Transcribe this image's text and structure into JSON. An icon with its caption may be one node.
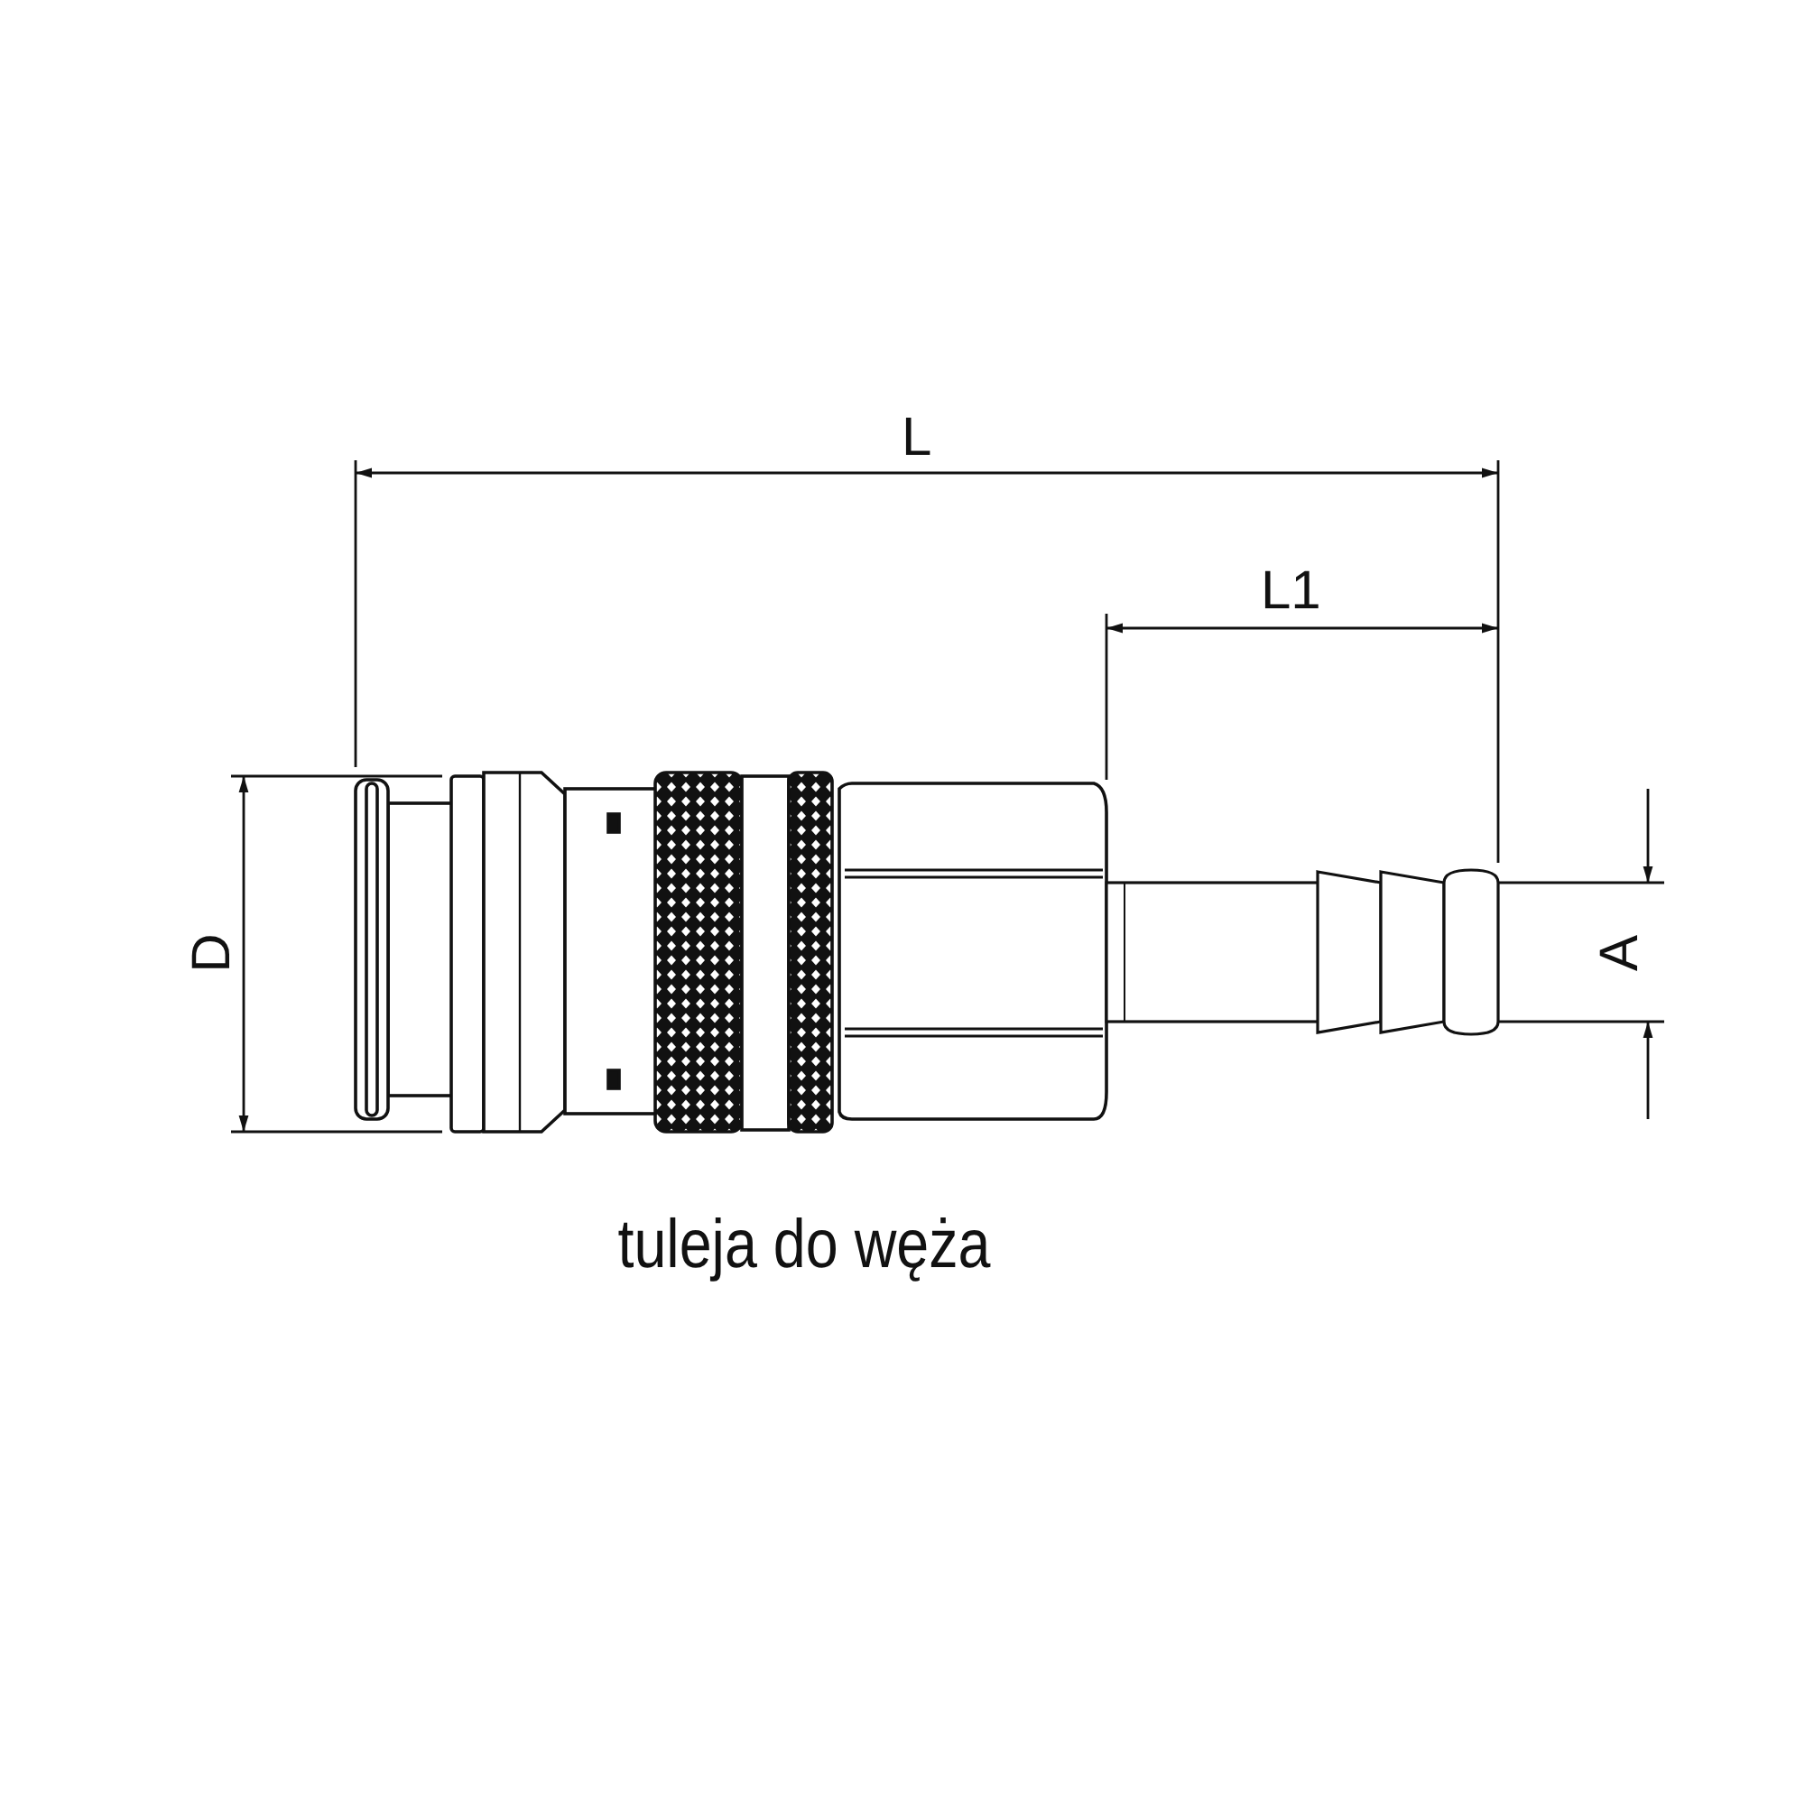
{
  "diagram": {
    "caption": "tuleja do węża",
    "labels": [
      "L",
      "L1",
      "D",
      "A"
    ]
  }
}
